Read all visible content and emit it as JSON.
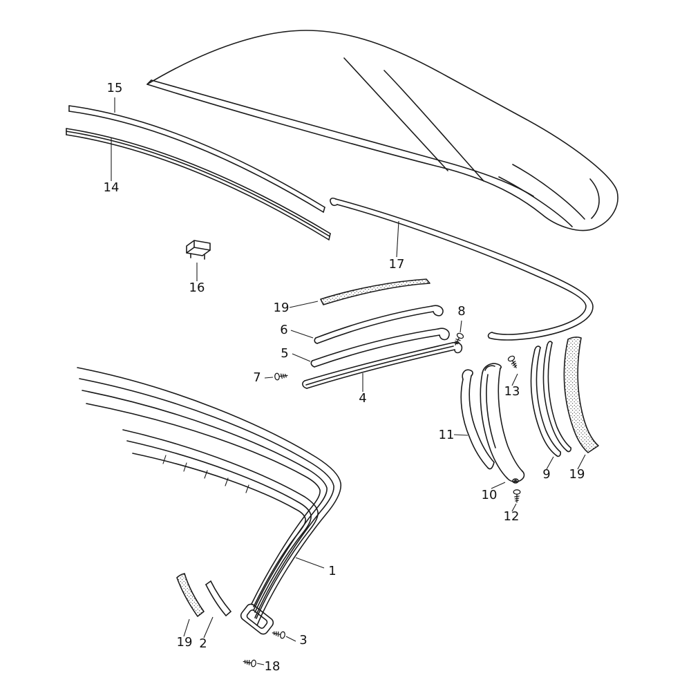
{
  "canvas": {
    "background": "#ffffff",
    "line_color": "#1a1a1a",
    "kind": "exploded-parts-diagram"
  },
  "labels": [
    {
      "part": "15",
      "text": "15"
    },
    {
      "part": "14",
      "text": "14"
    },
    {
      "part": "16",
      "text": "16"
    },
    {
      "part": "17",
      "text": "17"
    },
    {
      "part": "19-top",
      "text": "19"
    },
    {
      "part": "6",
      "text": "6"
    },
    {
      "part": "5",
      "text": "5"
    },
    {
      "part": "7",
      "text": "7"
    },
    {
      "part": "4",
      "text": "4"
    },
    {
      "part": "8",
      "text": "8"
    },
    {
      "part": "13",
      "text": "13"
    },
    {
      "part": "11",
      "text": "11"
    },
    {
      "part": "10",
      "text": "10"
    },
    {
      "part": "12",
      "text": "12"
    },
    {
      "part": "9",
      "text": "9"
    },
    {
      "part": "19-right",
      "text": "19"
    },
    {
      "part": "1",
      "text": "1"
    },
    {
      "part": "19-bottom",
      "text": "19"
    },
    {
      "part": "2",
      "text": "2"
    },
    {
      "part": "3",
      "text": "3"
    },
    {
      "part": "18",
      "text": "18"
    }
  ]
}
